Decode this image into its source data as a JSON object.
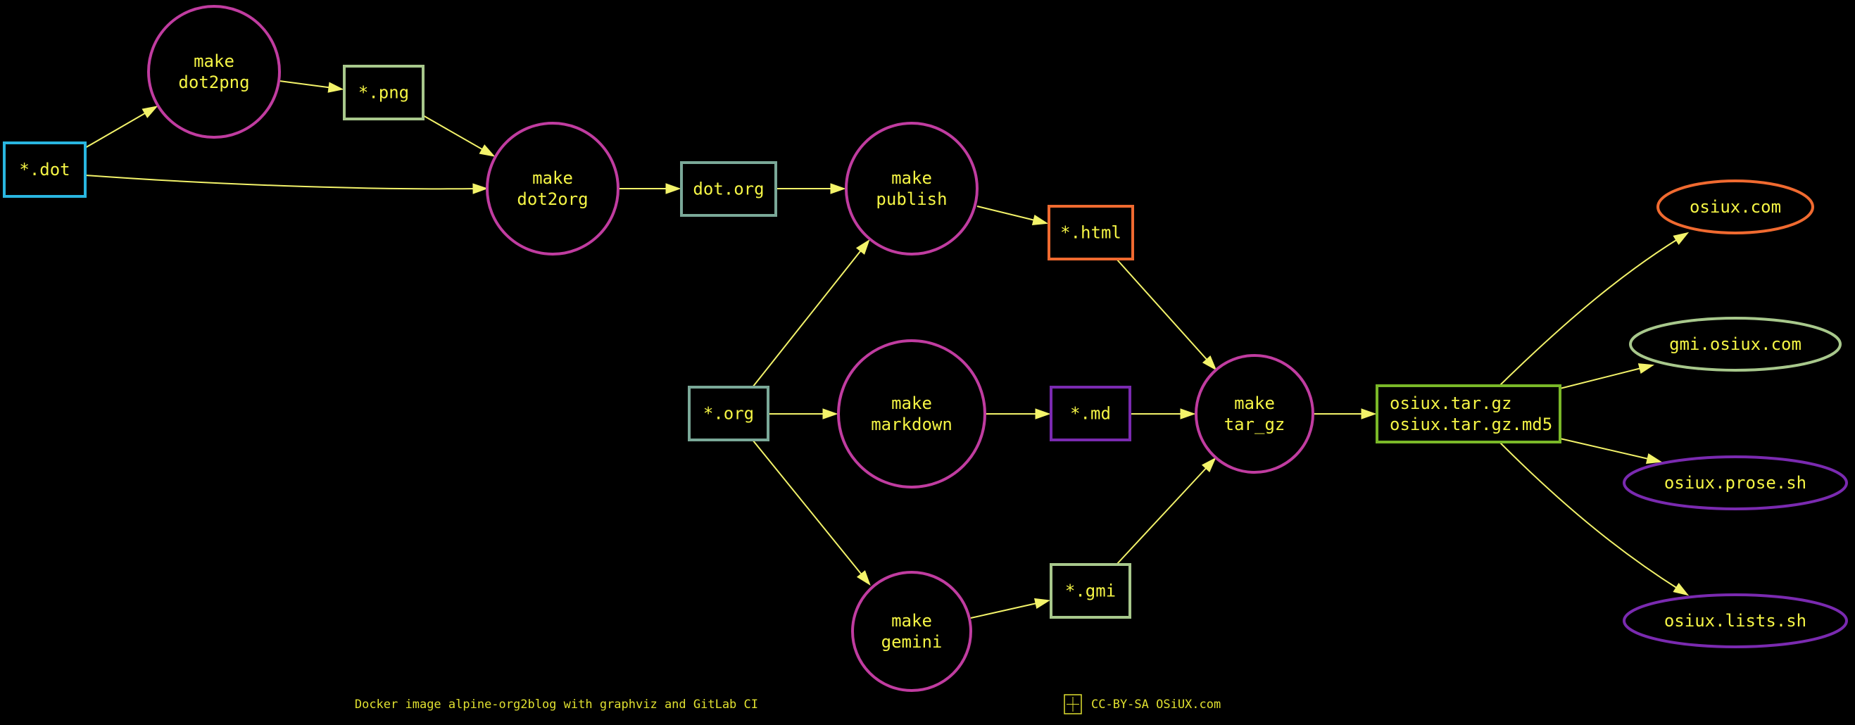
{
  "colors": {
    "background": "#000000",
    "label": "#f5f545",
    "edge": "#f3f36a",
    "process": "#c03ca0",
    "footer": "#e0e030"
  },
  "nodes": {
    "dot": {
      "lines": [
        "*.dot"
      ],
      "shape": "box",
      "color": "#29b6e0"
    },
    "make_dot2png": {
      "lines": [
        "make",
        "dot2png"
      ],
      "shape": "circle",
      "color": "#c03ca0"
    },
    "png": {
      "lines": [
        "*.png"
      ],
      "shape": "box",
      "color": "#a8c88c"
    },
    "make_dot2org": {
      "lines": [
        "make",
        "dot2org"
      ],
      "shape": "circle",
      "color": "#c03ca0"
    },
    "dot_org": {
      "lines": [
        "dot.org"
      ],
      "shape": "box",
      "color": "#7aa898"
    },
    "make_publish": {
      "lines": [
        "make",
        "publish"
      ],
      "shape": "circle",
      "color": "#c03ca0"
    },
    "html": {
      "lines": [
        "*.html"
      ],
      "shape": "box",
      "color": "#f06a30"
    },
    "org": {
      "lines": [
        "*.org"
      ],
      "shape": "box",
      "color": "#7aa898"
    },
    "make_markdown": {
      "lines": [
        "make",
        "markdown"
      ],
      "shape": "circle",
      "color": "#c03ca0"
    },
    "md": {
      "lines": [
        "*.md"
      ],
      "shape": "box",
      "color": "#7a2ab0"
    },
    "make_gemini": {
      "lines": [
        "make",
        "gemini"
      ],
      "shape": "circle",
      "color": "#c03ca0"
    },
    "gmi": {
      "lines": [
        "*.gmi"
      ],
      "shape": "box",
      "color": "#a8c88c"
    },
    "make_tar_gz": {
      "lines": [
        "make",
        "tar_gz"
      ],
      "shape": "circle",
      "color": "#c03ca0"
    },
    "tarball": {
      "lines": [
        "osiux.tar.gz",
        "osiux.tar.gz.md5"
      ],
      "shape": "box",
      "color": "#7ab828"
    },
    "osiux_com": {
      "lines": [
        "osiux.com"
      ],
      "shape": "ellipse",
      "color": "#f06a30"
    },
    "gmi_osiux_com": {
      "lines": [
        "gmi.osiux.com"
      ],
      "shape": "ellipse",
      "color": "#a8c88c"
    },
    "osiux_prose_sh": {
      "lines": [
        "osiux.prose.sh"
      ],
      "shape": "ellipse",
      "color": "#7a2ab0"
    },
    "osiux_lists_sh": {
      "lines": [
        "osiux.lists.sh"
      ],
      "shape": "ellipse",
      "color": "#7a2ab0"
    }
  },
  "edges": [
    {
      "from": "dot",
      "to": "make_dot2png"
    },
    {
      "from": "dot",
      "to": "make_dot2org"
    },
    {
      "from": "make_dot2png",
      "to": "png"
    },
    {
      "from": "png",
      "to": "make_dot2org"
    },
    {
      "from": "make_dot2org",
      "to": "dot_org"
    },
    {
      "from": "dot_org",
      "to": "make_publish"
    },
    {
      "from": "make_publish",
      "to": "html"
    },
    {
      "from": "org",
      "to": "make_publish"
    },
    {
      "from": "org",
      "to": "make_markdown"
    },
    {
      "from": "org",
      "to": "make_gemini"
    },
    {
      "from": "make_markdown",
      "to": "md"
    },
    {
      "from": "make_gemini",
      "to": "gmi"
    },
    {
      "from": "html",
      "to": "make_tar_gz"
    },
    {
      "from": "md",
      "to": "make_tar_gz"
    },
    {
      "from": "gmi",
      "to": "make_tar_gz"
    },
    {
      "from": "make_tar_gz",
      "to": "tarball"
    },
    {
      "from": "tarball",
      "to": "osiux_com"
    },
    {
      "from": "tarball",
      "to": "gmi_osiux_com"
    },
    {
      "from": "tarball",
      "to": "osiux_prose_sh"
    },
    {
      "from": "tarball",
      "to": "osiux_lists_sh"
    }
  ],
  "footer": {
    "text_before_icon": "Docker image alpine-org2blog with graphviz and GitLab CI",
    "icon": "cc-by-sa-license-icon",
    "text_after_icon": "CC-BY-SA OSiUX.com"
  }
}
